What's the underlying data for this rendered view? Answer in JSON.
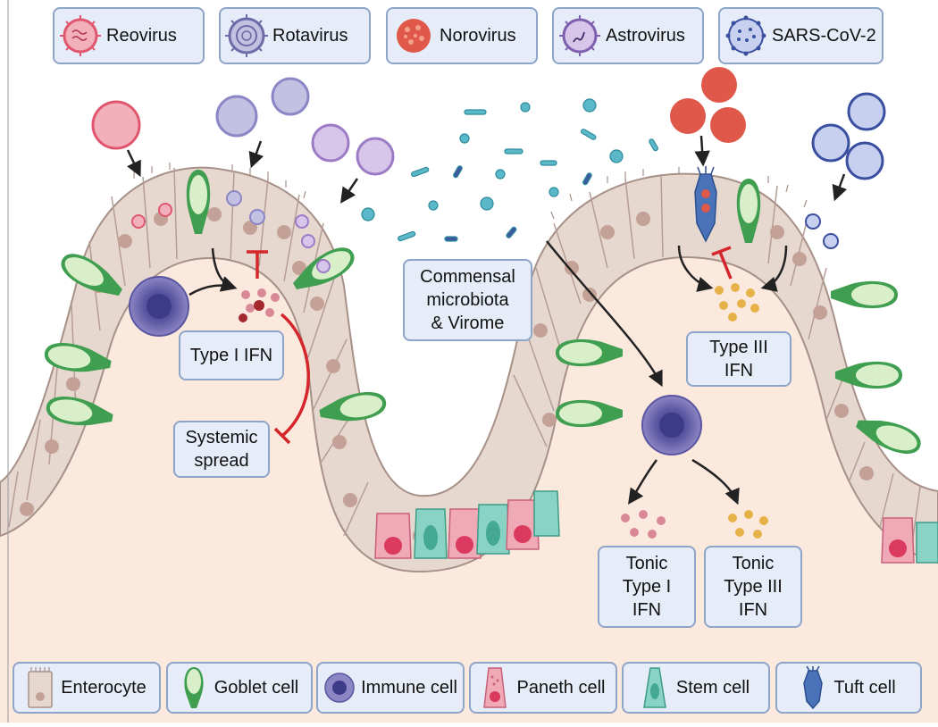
{
  "virus_legend": [
    {
      "label": "Reovirus",
      "icon": "reovirus-icon",
      "color": "#e0566e"
    },
    {
      "label": "Rotavirus",
      "icon": "rotavirus-icon",
      "color": "#8b86c6"
    },
    {
      "label": "Norovirus",
      "icon": "norovirus-icon",
      "color": "#e0584a"
    },
    {
      "label": "Astrovirus",
      "icon": "astrovirus-icon",
      "color": "#9c7cc5"
    },
    {
      "label": "SARS-CoV-2",
      "icon": "sars-cov-2-icon",
      "color": "#3a4fa0"
    }
  ],
  "cell_legend": [
    {
      "label": "Enterocyte",
      "icon": "enterocyte-icon",
      "color": "#e6d8cf"
    },
    {
      "label": "Goblet cell",
      "icon": "goblet-cell-icon",
      "color": "#3f9e4f"
    },
    {
      "label": "Immune cell",
      "icon": "immune-cell-icon",
      "color": "#6f67ad"
    },
    {
      "label": "Paneth cell",
      "icon": "paneth-cell-icon",
      "color": "#e88aa0"
    },
    {
      "label": "Stem cell",
      "icon": "stem-cell-icon",
      "color": "#7fc8b8"
    },
    {
      "label": "Tuft cell",
      "icon": "tuft-cell-icon",
      "color": "#4a72b8"
    }
  ],
  "labels": {
    "type1": "Type I IFN",
    "systemic": "Systemic\nspread",
    "commensal": "Commensal\nmicrobiota\n& Virome",
    "type3": "Type III\nIFN",
    "tonic1": "Tonic\nType I\nIFN",
    "tonic3": "Tonic\nType III\nIFN"
  },
  "colors": {
    "inhibit": "#d4262b",
    "arrow": "#222222",
    "lumen_bg": "#fdf1e8",
    "enterocyte": "#e6d8cf",
    "enterocyte_border": "#a69088"
  }
}
